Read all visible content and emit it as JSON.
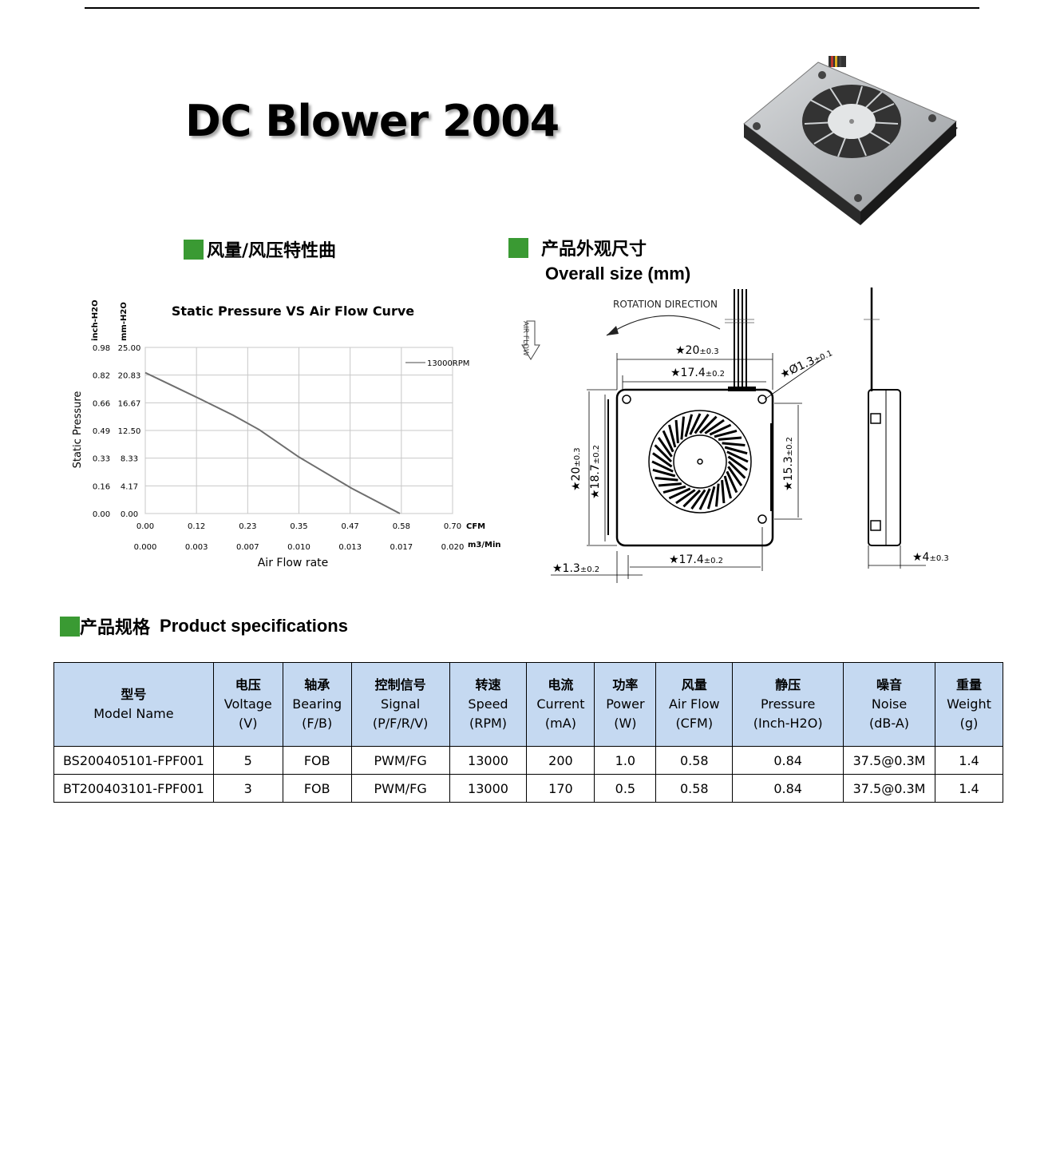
{
  "title": "DC Blower 2004",
  "sections": {
    "curve_zh": "风量/风压特性曲",
    "size_zh": "产品外观尺寸",
    "size_en": "Overall size (mm)",
    "spec_zh": "产品规格",
    "spec_en": "Product specifications"
  },
  "chart_data": {
    "type": "line",
    "title": "Static Pressure VS Air Flow Curve",
    "ylabel": "Static Pressure",
    "xlabel": "Air Flow rate",
    "y_unit_left": "inch-H2O",
    "y_unit_right": "mm-H2O",
    "x_unit_primary": "CFM",
    "x_unit_secondary": "m3/Min",
    "y_ticks_inch": [
      "0.98",
      "0.82",
      "0.66",
      "0.49",
      "0.33",
      "0.16",
      "0.00"
    ],
    "y_ticks_mm": [
      "25.00",
      "20.83",
      "16.67",
      "12.50",
      "8.33",
      "4.17",
      "0.00"
    ],
    "x_ticks_cfm": [
      "0.00",
      "0.12",
      "0.23",
      "0.35",
      "0.47",
      "0.58",
      "0.70"
    ],
    "x_ticks_m3": [
      "0.000",
      "0.003",
      "0.007",
      "0.010",
      "0.013",
      "0.017",
      "0.020"
    ],
    "xlim": [
      0,
      0.7
    ],
    "ylim": [
      0,
      25
    ],
    "grid": true,
    "legend_position": "top-right",
    "series": [
      {
        "name": "13000RPM",
        "color": "#6e6e6e",
        "x": [
          0,
          0.06,
          0.12,
          0.2,
          0.26,
          0.35,
          0.47,
          0.58
        ],
        "y": [
          21.2,
          19.3,
          17.4,
          14.8,
          12.6,
          8.5,
          3.8,
          0
        ]
      }
    ]
  },
  "dimensions": {
    "rotation_label": "ROTATION DIRECTION",
    "airflow_label": "AIR FLOW",
    "top_width": "★20",
    "top_width_tol": "±0.3",
    "inner_width": "★17.4",
    "inner_width_tol": "±0.2",
    "hole_dia": "★Ø1.3",
    "hole_dia_tol": "±0.1",
    "left_height": "★20",
    "left_height_tol": "±0.3",
    "inner_height": "★18.7",
    "inner_height_tol": "±0.2",
    "right_height": "★15.3",
    "right_height_tol": "±0.2",
    "bottom_width": "★17.4",
    "bottom_width_tol": "±0.2",
    "bottom_offset": "★1.3",
    "bottom_offset_tol": "±0.2",
    "thickness": "★4",
    "thickness_tol": "±0.3"
  },
  "spec_table": {
    "headers": [
      {
        "zh": "型号",
        "en": "Model Name",
        "unit": ""
      },
      {
        "zh": "电压",
        "en": "Voltage",
        "unit": "(V)"
      },
      {
        "zh": "轴承",
        "en": "Bearing",
        "unit": "(F/B)"
      },
      {
        "zh": "控制信号",
        "en": "Signal",
        "unit": "(P/F/R/V)"
      },
      {
        "zh": "转速",
        "en": "Speed",
        "unit": "(RPM)"
      },
      {
        "zh": "电流",
        "en": "Current",
        "unit": "(mA)"
      },
      {
        "zh": "功率",
        "en": "Power",
        "unit": "(W)"
      },
      {
        "zh": "风量",
        "en": "Air Flow",
        "unit": "(CFM)"
      },
      {
        "zh": "静压",
        "en": "Pressure",
        "unit": "(Inch-H2O)"
      },
      {
        "zh": "噪音",
        "en": "Noise",
        "unit": "(dB-A)"
      },
      {
        "zh": "重量",
        "en": "Weight",
        "unit": "(g)"
      }
    ],
    "rows": [
      [
        "BS200405101-FPF001",
        "5",
        "FOB",
        "PWM/FG",
        "13000",
        "200",
        "1.0",
        "0.58",
        "0.84",
        "37.5@0.3M",
        "1.4"
      ],
      [
        "BT200403101-FPF001",
        "3",
        "FOB",
        "PWM/FG",
        "13000",
        "170",
        "0.5",
        "0.58",
        "0.84",
        "37.5@0.3M",
        "1.4"
      ]
    ]
  }
}
